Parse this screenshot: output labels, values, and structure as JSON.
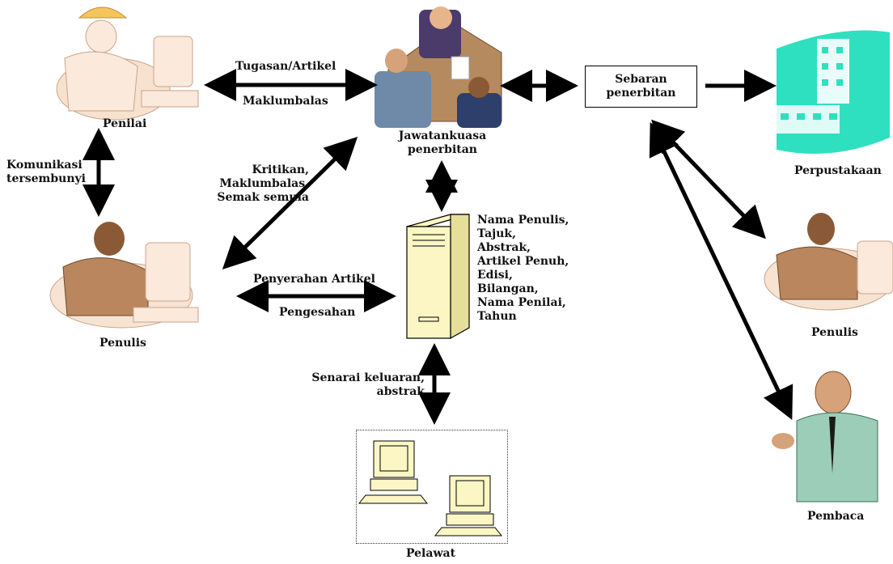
{
  "nodes": {
    "penilai": "Penilai",
    "jawatankuasa": "Jawatankuasa\npenerbitan",
    "sebaran": "Sebaran\npenerbitan",
    "perpustakaan": "Perpustakaan",
    "penulis_left": "Penulis",
    "penulis_right": "Penulis",
    "pembaca": "Pembaca",
    "pelawat": "Pelawat"
  },
  "edges": {
    "tugasan": "Tugasan/Artikel",
    "maklumbalas": "Maklumbalas",
    "komunikasi": "Komunikasi\ntersembunyi",
    "kritikan": "Kritikan,\nMaklumbalas,\nSemak semula",
    "penyerahan": "Penyerahan Artikel",
    "pengesahan": "Pengesahan",
    "senarai": "Senarai keluaran,\nabstrak"
  },
  "database_fields": [
    "Nama Penulis,",
    "Tajuk,",
    "Abstrak,",
    "Artikel Penuh,",
    "Edisi,",
    "Bilangan,",
    "Nama Penilai,",
    "Tahun"
  ],
  "colors": {
    "server": "#fbf6c4",
    "monitor": "#fbf6c4",
    "library": "#2fe0c0",
    "skin_brown": "#b9865e",
    "arrow": "#000000"
  }
}
